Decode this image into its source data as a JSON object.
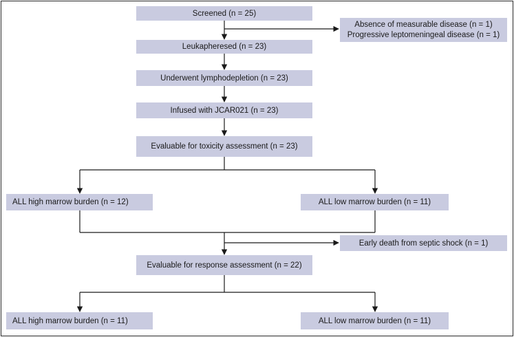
{
  "flowchart": {
    "screened": "Screened (n = 25)",
    "excluded": {
      "line1": "Absence of measurable disease (n = 1)",
      "line2": "Progressive leptomeningeal disease (n = 1)"
    },
    "leukapheresed": "Leukapheresed (n = 23)",
    "lymphodepletion": "Underwent lymphodepletion (n = 23)",
    "infused": "Infused with JCAR021 (n = 23)",
    "toxicity_eval": "Evaluable for toxicity assessment (n = 23)",
    "tox_high": "ALL high marrow burden (n = 12)",
    "tox_low": "ALL low marrow burden (n = 11)",
    "early_death": "Early death from septic shock (n = 1)",
    "response_eval": "Evaluable for response assessment (n = 22)",
    "resp_high": "ALL high marrow burden (n = 11)",
    "resp_low": "ALL low marrow burden (n = 11)"
  },
  "colors": {
    "box_fill": "#c9cbe0",
    "line": "#1a1a1a"
  }
}
